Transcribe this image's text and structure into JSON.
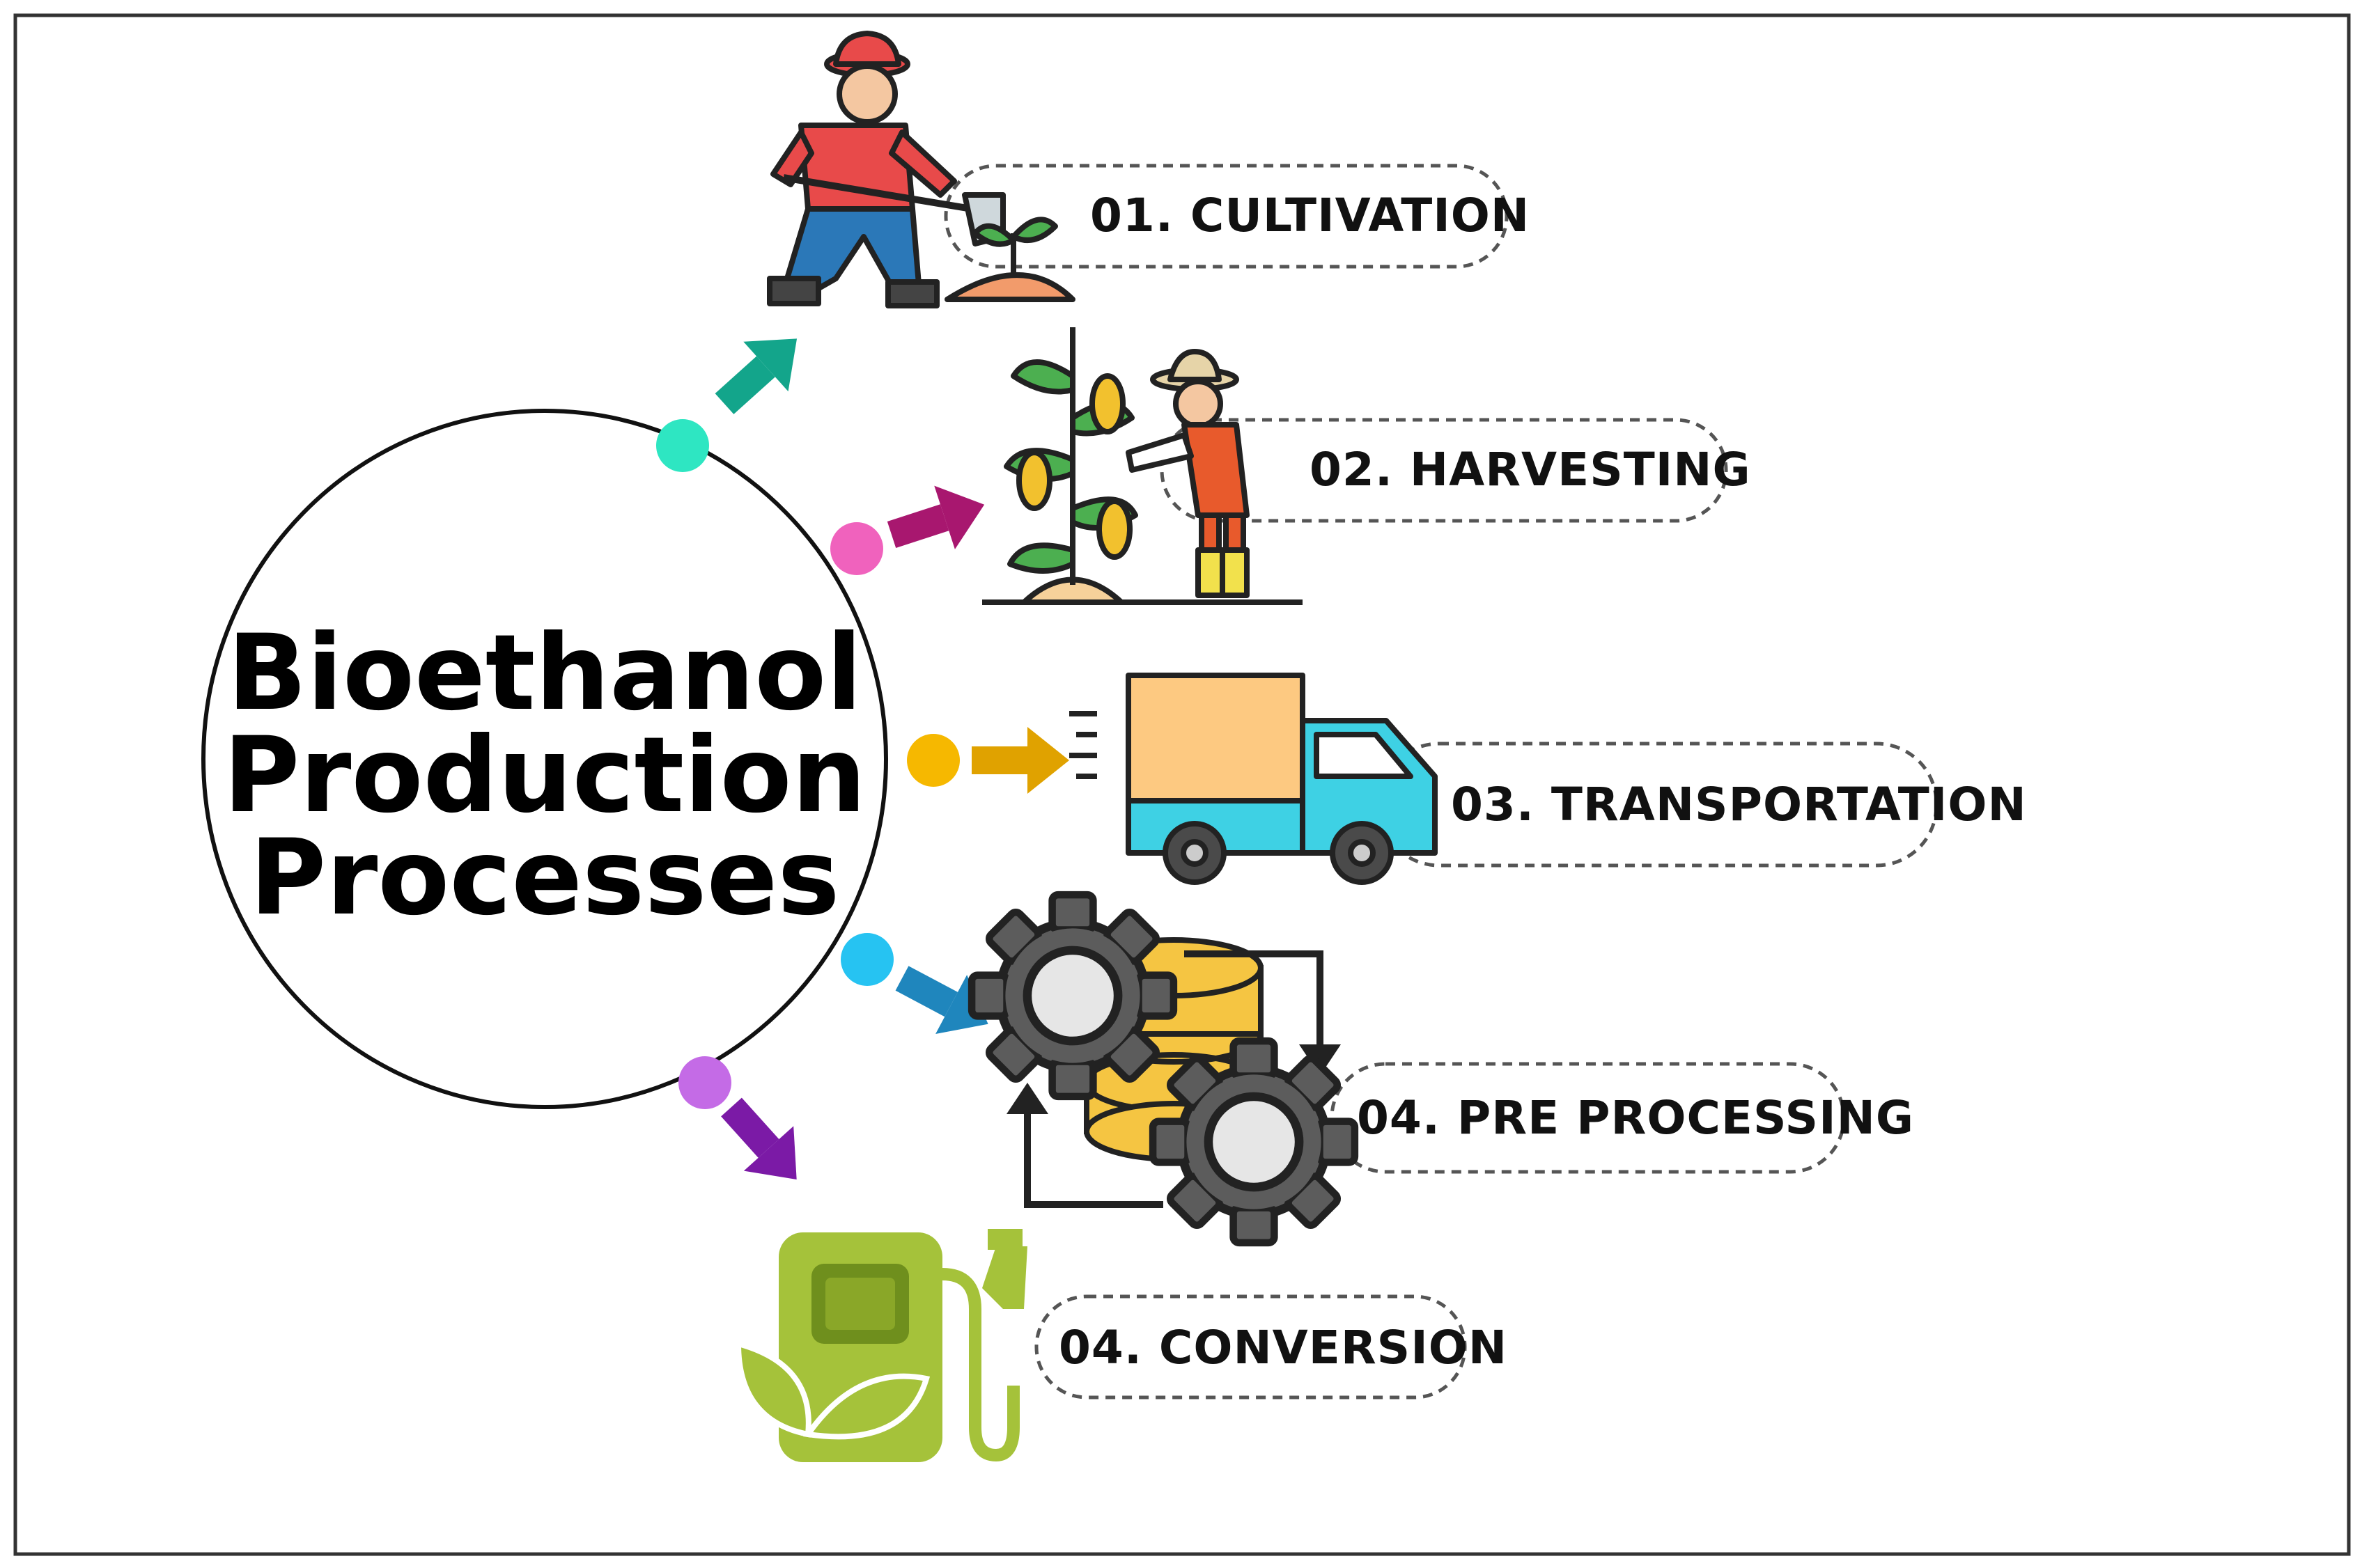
{
  "center": {
    "lines": [
      "Bioethanol",
      "Production",
      "Processes"
    ]
  },
  "steps": [
    {
      "label": "01. CULTIVATION",
      "icon": "farmer-digging-icon",
      "arrow_color": "#13a58b",
      "dot_color": "#2ee6c2"
    },
    {
      "label": "02. HARVESTING",
      "icon": "harvesting-corn-icon",
      "arrow_color": "#a8176f",
      "dot_color": "#f062bd"
    },
    {
      "label": "03. TRANSPORTATION",
      "icon": "delivery-truck-icon",
      "arrow_color": "#e0a200",
      "dot_color": "#f6b800"
    },
    {
      "label": "04. PRE PROCESSING",
      "icon": "gears-database-icon",
      "arrow_color": "#1f86bd",
      "dot_color": "#26c3f2"
    },
    {
      "label": "04. CONVERSION",
      "icon": "biofuel-pump-icon",
      "arrow_color": "#7b1aa6",
      "dot_color": "#c46be6"
    }
  ],
  "colors": {
    "frame": "#333333",
    "label_border": "#555555",
    "shirt": "#e84a4a",
    "jeans": "#2b78b8",
    "plant": "#4caf50",
    "corn": "#f2c12e",
    "truck_body": "#3ed1e4",
    "truck_box": "#fdc981",
    "gear": "#5c5c5c",
    "coin": "#f5c542",
    "pump": "#a5c23a"
  }
}
